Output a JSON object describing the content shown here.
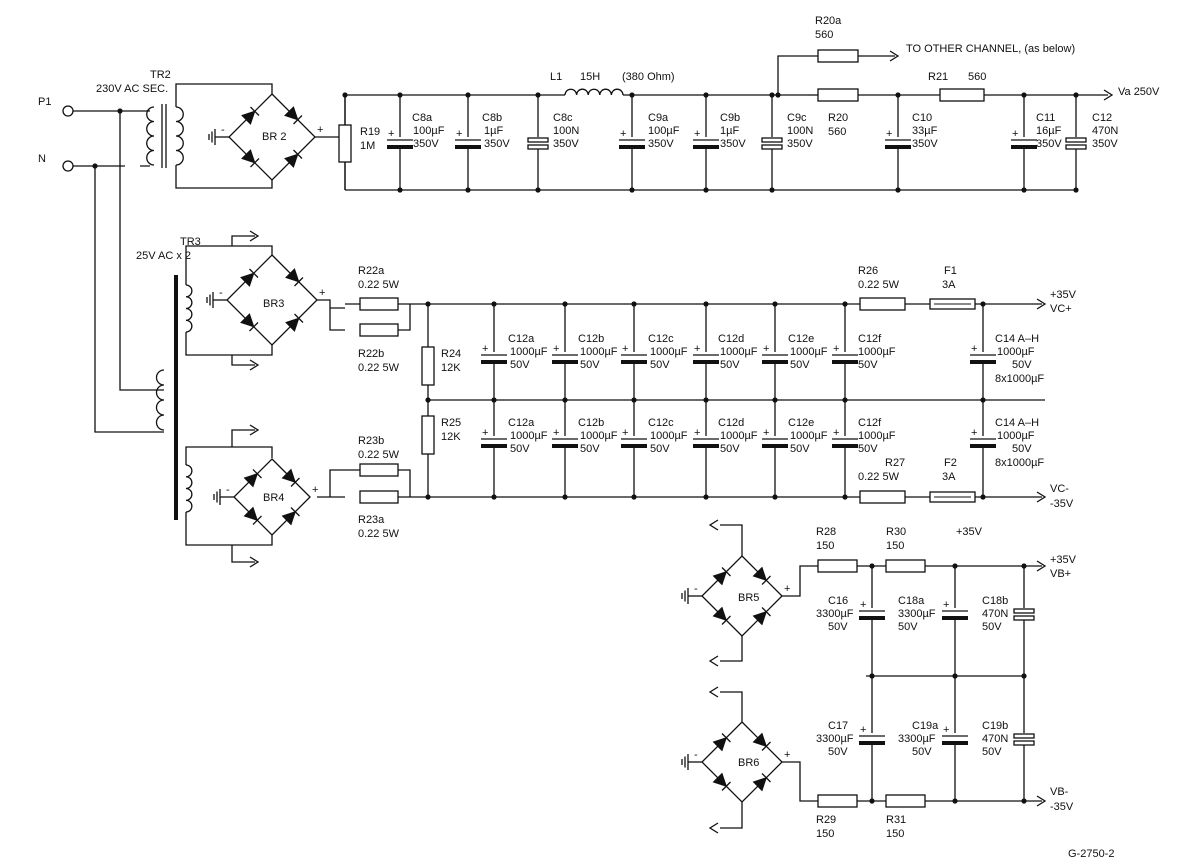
{
  "figure_id": "G-2750-2",
  "inputs": [
    {
      "ref": "P1",
      "text": "P1"
    },
    {
      "ref": "N",
      "text": "N"
    }
  ],
  "transformers": {
    "tr2": {
      "ref": "TR2",
      "rating": "230V AC SEC."
    },
    "tr3": {
      "ref": "TR3",
      "rating": "25V AC x 2"
    }
  },
  "bridges": {
    "br2": "BR 2",
    "br3": "BR3",
    "br4": "BR4",
    "br5": "BR5",
    "br6": "BR6"
  },
  "hv_supply": {
    "r19": {
      "ref": "R19",
      "value": "1M"
    },
    "c8a": {
      "ref": "C8a",
      "value": "100µF",
      "voltage": "350V"
    },
    "c8b": {
      "ref": "C8b",
      "value": "1µF",
      "voltage": "350V"
    },
    "c8c": {
      "ref": "C8c",
      "value": "100N",
      "voltage": "350V"
    },
    "l1": {
      "ref": "L1",
      "value": "15H",
      "resistance": "(380 Ohm)"
    },
    "c9a": {
      "ref": "C9a",
      "value": "100µF",
      "voltage": "350V"
    },
    "c9b": {
      "ref": "C9b",
      "value": "1µF",
      "voltage": "350V"
    },
    "c9c": {
      "ref": "C9c",
      "value": "100N",
      "voltage": "350V"
    },
    "r20a": {
      "ref": "R20a",
      "value": "560"
    },
    "other_channel": "TO OTHER CHANNEL, (as below)",
    "r20": {
      "ref": "R20",
      "value": "560"
    },
    "c10": {
      "ref": "C10",
      "value": "33µF",
      "voltage": "350V"
    },
    "r21": {
      "ref": "R21",
      "value": "560"
    },
    "c11": {
      "ref": "C11",
      "value": "16µF",
      "voltage": "350V"
    },
    "c12": {
      "ref": "C12",
      "value": "470N",
      "voltage": "350V"
    },
    "output": "Va  250V"
  },
  "rail_supply": {
    "r22a": {
      "ref": "R22a",
      "value": "0.22  5W"
    },
    "r22b": {
      "ref": "R22b",
      "value": "0.22  5W"
    },
    "r23a": {
      "ref": "R23a",
      "value": "0.22  5W"
    },
    "r23b": {
      "ref": "R23b",
      "value": "0.22  5W"
    },
    "r24": {
      "ref": "R24",
      "value": "12K"
    },
    "r25": {
      "ref": "R25",
      "value": "12K"
    },
    "cap_value": "1000µF",
    "cap_voltage": "50V",
    "caps_top": [
      "C12a",
      "C12b",
      "C12c",
      "C12d",
      "C12e",
      "C12f"
    ],
    "caps_bottom": [
      "C12a",
      "C12b",
      "C12c",
      "C12d",
      "C12e",
      "C12f"
    ],
    "r26": {
      "ref": "R26",
      "value": "0.22  5W"
    },
    "r27": {
      "ref": "R27",
      "value": "0.22  5W"
    },
    "f1": {
      "ref": "F1",
      "value": "3A"
    },
    "f2": {
      "ref": "F2",
      "value": "3A"
    },
    "c14": {
      "ref": "C14 A–H",
      "value": "1000µF",
      "voltage": "50V",
      "note": "8x1000µF"
    },
    "pos_out": {
      "volt": "+35V",
      "name": "VC+"
    },
    "neg_out": {
      "name": "VC-",
      "volt": "-35V"
    }
  },
  "bias_supply": {
    "r28": {
      "ref": "R28",
      "value": "150"
    },
    "r30": {
      "ref": "R30",
      "value": "150"
    },
    "r29": {
      "ref": "R29",
      "value": "150"
    },
    "r31": {
      "ref": "R31",
      "value": "150"
    },
    "mid_label": "+35V",
    "c16": {
      "ref": "C16",
      "value": "3300µF",
      "voltage": "50V"
    },
    "c18a": {
      "ref": "C18a",
      "value": "3300µF",
      "voltage": "50V"
    },
    "c18b": {
      "ref": "C18b",
      "value": "470N",
      "voltage": "50V"
    },
    "c17": {
      "ref": "C17",
      "value": "3300µF",
      "voltage": "50V"
    },
    "c19a": {
      "ref": "C19a",
      "value": "3300µF",
      "voltage": "50V"
    },
    "c19b": {
      "ref": "C19b",
      "value": "470N",
      "voltage": "50V"
    },
    "pos_out": {
      "volt": "+35V",
      "name": "VB+"
    },
    "neg_out": {
      "name": "VB-",
      "volt": "-35V"
    }
  }
}
